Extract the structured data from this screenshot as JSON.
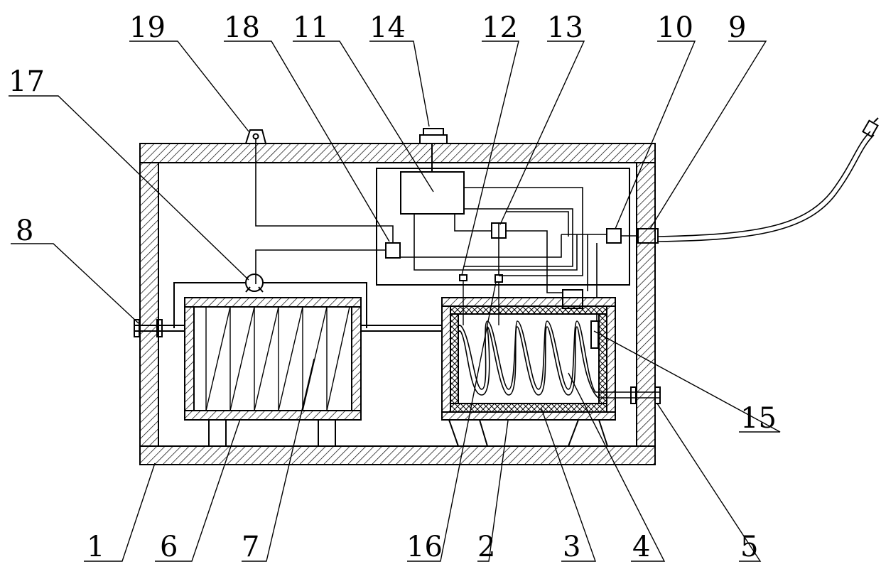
{
  "figure": {
    "stroke_color": "#000000",
    "background_color": "#ffffff",
    "labels": {
      "l1": "1",
      "l2": "2",
      "l3": "3",
      "l4": "4",
      "l5": "5",
      "l6": "6",
      "l7": "7",
      "l8": "8",
      "l9": "9",
      "l10": "10",
      "l11": "11",
      "l12": "12",
      "l13": "13",
      "l14": "14",
      "l15": "15",
      "l16": "16",
      "l17": "17",
      "l18": "18",
      "l19": "19"
    }
  }
}
